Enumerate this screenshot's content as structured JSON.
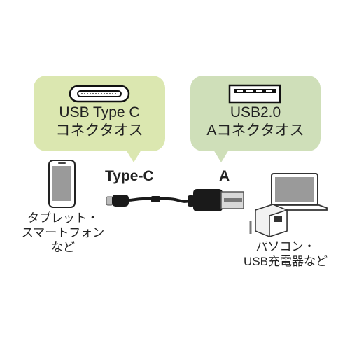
{
  "bubbles": {
    "left": {
      "line1": "USB Type C",
      "line2": "コネクタオス",
      "icon": "usb-type-c-port-icon"
    },
    "right": {
      "line1": "USB2.0",
      "line2": "Aコネクタオス",
      "icon": "usb-a-port-icon"
    }
  },
  "labels": {
    "type_c": "Type-C",
    "a": "A"
  },
  "captions": {
    "tablet": "タブレット・\nスマートフォン\nなど",
    "pc": "パソコン・\nUSB充電器など"
  },
  "icons": {
    "phone": "smartphone-icon",
    "laptop": "laptop-icon",
    "charger": "usb-charger-icon",
    "cable": "usb-cable-icon"
  },
  "colors": {
    "bubble_left": "#dbe7b0",
    "bubble_right": "#cfdfb9",
    "cable": "#1a1a1a"
  }
}
